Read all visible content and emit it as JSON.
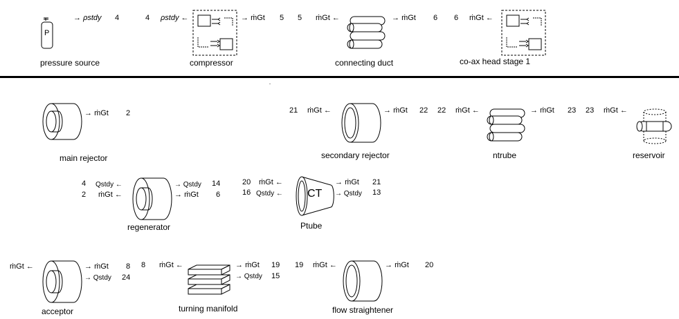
{
  "components": {
    "pressure_source": {
      "label": "pressure source",
      "icon_letter": "P"
    },
    "compressor": {
      "label": "compressor"
    },
    "connecting_duct": {
      "label": "connecting duct"
    },
    "coax_head": {
      "label": "co-ax head stage 1"
    },
    "main_rejector": {
      "label": "main rejector"
    },
    "secondary_rejector": {
      "label": "secondary rejector"
    },
    "ntrube": {
      "label": "ntrube"
    },
    "reservoir": {
      "label": "reservoir"
    },
    "regenerator": {
      "label": "regenerator"
    },
    "ptube": {
      "label": "Ptube",
      "icon_text": "CT"
    },
    "acceptor": {
      "label": "acceptor"
    },
    "turning_manifold": {
      "label": "turning manifold"
    },
    "flow_straightener": {
      "label": "flow straightener"
    }
  },
  "quantities": {
    "p_stdy": "ρstdy",
    "m_gt": "ṁGt",
    "q_stdy": "Qstdy"
  },
  "ports": {
    "ps_out": "4",
    "comp_in": "4",
    "comp_out": "5",
    "duct_in": "5",
    "duct_out": "6",
    "coax_in": "6",
    "mainrej_out": "2",
    "secrej_in": "21",
    "secrej_out": "22",
    "ntrube_in": "22",
    "ntrube_out": "23",
    "res_in": "23",
    "regen_q_in": "4",
    "regen_m_in": "2",
    "regen_q_out": "14",
    "regen_m_out": "6",
    "ptube_m_in": "20",
    "ptube_q_in": "16",
    "ptube_m_out": "21",
    "ptube_q_out": "13",
    "acc_m_out": "8",
    "acc_q_out": "24",
    "tm_in": "8",
    "tm_m_out": "19",
    "tm_q_out": "15",
    "fs_in": "19",
    "fs_out": "20"
  }
}
